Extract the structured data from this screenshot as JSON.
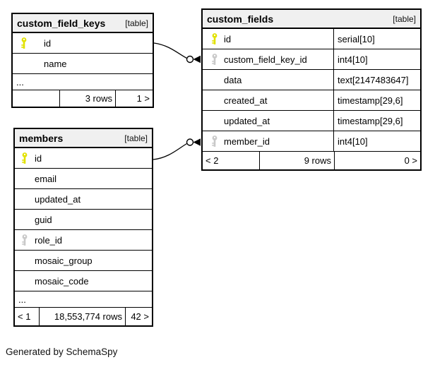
{
  "page": {
    "credit": "Generated by SchemaSpy"
  },
  "colors": {
    "primary_key_icon": "#e2e200",
    "foreign_key_icon": "#c9c9c9",
    "table_header_bg": "#f0f0f0",
    "border": "#000000"
  },
  "tables": [
    {
      "name": "custom_field_keys",
      "badge": "[table]",
      "columns": [
        {
          "name": "id",
          "key": "primary"
        },
        {
          "name": "name"
        },
        {
          "name": "..."
        }
      ],
      "footer": {
        "prev": "",
        "rows": "3 rows",
        "next": "1 >"
      }
    },
    {
      "name": "custom_fields",
      "badge": "[table]",
      "columns": [
        {
          "name": "id",
          "type": "serial[10]",
          "key": "primary"
        },
        {
          "name": "custom_field_key_id",
          "type": "int4[10]",
          "key": "foreign"
        },
        {
          "name": "data",
          "type": "text[2147483647]"
        },
        {
          "name": "created_at",
          "type": "timestamp[29,6]"
        },
        {
          "name": "updated_at",
          "type": "timestamp[29,6]"
        },
        {
          "name": "member_id",
          "type": "int4[10]",
          "key": "foreign"
        }
      ],
      "footer": {
        "prev": "< 2",
        "rows": "9 rows",
        "next": "0 >"
      }
    },
    {
      "name": "members",
      "badge": "[table]",
      "columns": [
        {
          "name": "id",
          "key": "primary"
        },
        {
          "name": "email"
        },
        {
          "name": "updated_at"
        },
        {
          "name": "guid"
        },
        {
          "name": "role_id",
          "key": "foreign"
        },
        {
          "name": "mosaic_group"
        },
        {
          "name": "mosaic_code"
        },
        {
          "name": "..."
        }
      ],
      "footer": {
        "prev": "< 1",
        "rows": "18,553,774 rows",
        "next": "42 >"
      }
    }
  ],
  "relationships": [
    {
      "from": "custom_field_keys.id",
      "to": "custom_fields.custom_field_key_id"
    },
    {
      "from": "members.id",
      "to": "custom_fields.member_id"
    }
  ]
}
